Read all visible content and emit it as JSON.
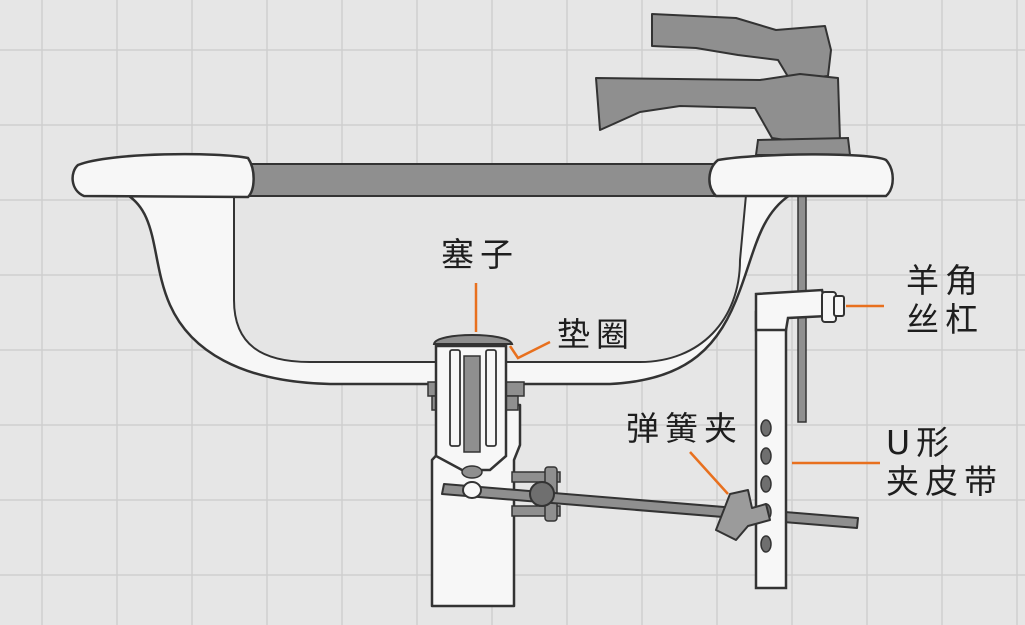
{
  "labels": {
    "stopper": "塞子",
    "gasket": "垫圈",
    "spring_clip": "弹簧夹",
    "thumb_screw": "羊角\n丝杠",
    "u_strap": "U形\n夹皮带"
  },
  "colors": {
    "background": "#e6e6e6",
    "grid": "#cfcfcf",
    "outline": "#333333",
    "fixture_fill": "#f7f7f7",
    "metal_gray": "#8f8f8f",
    "basin_inner": "#e5e5e5",
    "leader": "#e8701e",
    "text": "#1e1e1e"
  }
}
